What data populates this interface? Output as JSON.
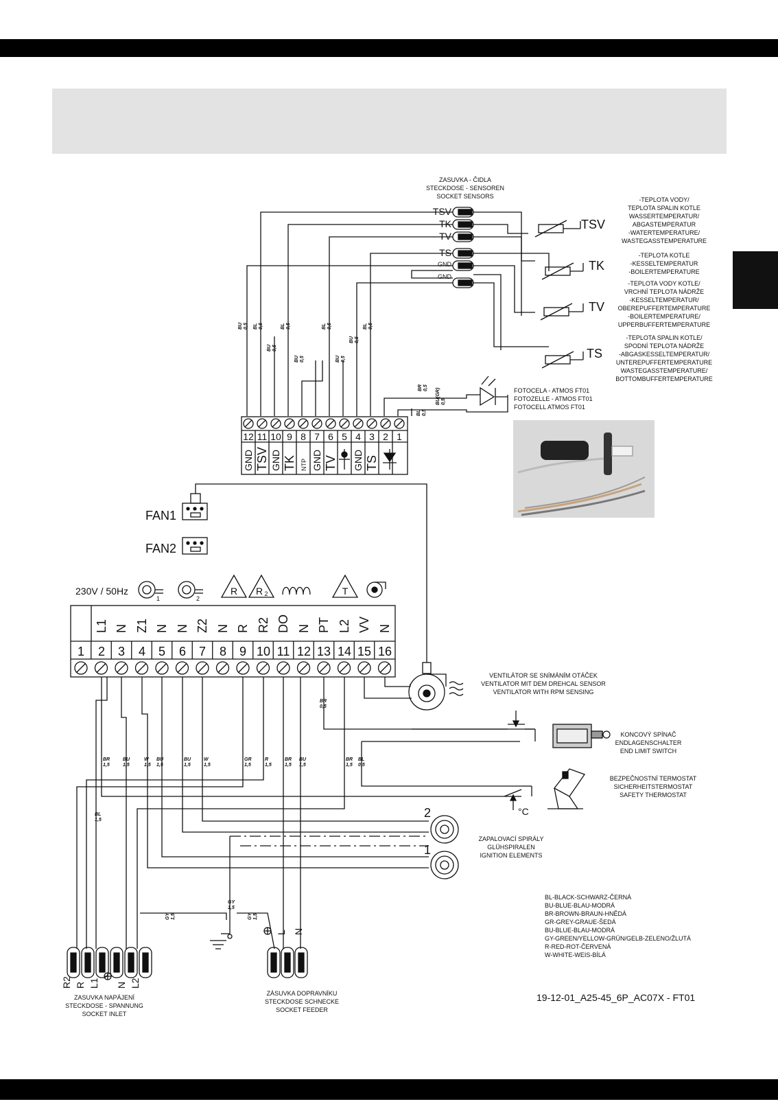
{
  "sensor_socket": {
    "lines": [
      "ZASUVKA - ČIDLA",
      "STECKDOSE - SENSOREN",
      "SOCKET    SENSORS"
    ]
  },
  "sensor_pins": [
    "TSV",
    "TK",
    "TV",
    "TS",
    "GND",
    "GND"
  ],
  "sensors": [
    {
      "name": "TSV",
      "desc": [
        "-TEPLOTA VODY/",
        "TEPLOTA SPALIN KOTLE",
        "WASSERTEMPERATUR/",
        "ABGASTEMPERATUR",
        "-WATERTEMPERATURE/",
        "WASTEGASSTEMPERATURE"
      ]
    },
    {
      "name": "TK",
      "desc": [
        "-TEPLOTA KOTLE",
        "-KESSELTEMPERATUR",
        "-BOILERTEMPERATURE"
      ]
    },
    {
      "name": "TV",
      "desc": [
        "-TEPLOTA VODY KOTLE/",
        "VRCHNÍ TEPLOTA NÁDRŽE",
        "-KESSELTEMPERATUR/",
        "OBEREPUFFERTEMPERATURE",
        "-BOILERTEMPERATURE/",
        "UPPERBUFFERTEMPERATURE"
      ]
    },
    {
      "name": "TS",
      "desc": [
        "-TEPLOTA SPALIN KOTLE/",
        "SPODNÍ TEPLOTA NÁDRŽE",
        "-ABGASKESSELTEMPERATUR/",
        "UNTEREPUFFERTEMPERATURE",
        "WASTEGASSTEMPERATURE/",
        "BOTTOMBUFFERTEMPERATURE"
      ]
    }
  ],
  "photocell": {
    "lines": [
      "FOTOCELA - ATMOS FT01",
      "FOTOZELLE - ATMOS FT01",
      "FOTOCELL    ATMOS FT01"
    ]
  },
  "sensor_terminal": {
    "numbers": [
      "12",
      "11",
      "10",
      "9",
      "8",
      "7",
      "6",
      "5",
      "4",
      "3",
      "2",
      "1"
    ],
    "labels": [
      "GND",
      "TSV",
      "GND",
      "TK",
      "NTP",
      "GND",
      "TV",
      "",
      "GND",
      "TS",
      "",
      ""
    ]
  },
  "fans": [
    "FAN1",
    "FAN2"
  ],
  "power_label": "230V / 50Hz",
  "power_icons": {
    "r": "R",
    "r2": "R",
    "r2_sub": "2",
    "t": "T",
    "fan_sub1": "1",
    "fan_sub2": "2"
  },
  "main_terminal": {
    "numbers": [
      "1",
      "2",
      "3",
      "4",
      "5",
      "6",
      "7",
      "8",
      "9",
      "10",
      "11",
      "12",
      "13",
      "14",
      "15",
      "16"
    ],
    "labels": [
      "",
      "L1",
      "N",
      "Z1",
      "N",
      "N",
      "Z2",
      "N",
      "R",
      "R2",
      "DO",
      "N",
      "PT",
      "L2",
      "VV",
      "N"
    ]
  },
  "wire_labels": {
    "sensor": [
      {
        "c": "BU",
        "s": "0,5"
      },
      {
        "c": "BL",
        "s": "0,5"
      },
      {
        "c": "BL",
        "s": "0,5"
      },
      {
        "c": "BL",
        "s": "0,5"
      },
      {
        "c": "BU",
        "s": "0,5"
      },
      {
        "c": "BL",
        "s": "0,5"
      },
      {
        "c": "BU",
        "s": "0,5"
      },
      {
        "c": "BU",
        "s": "0,5"
      },
      {
        "c": "BU",
        "s": "0,5"
      }
    ],
    "photo": [
      {
        "c": "BR",
        "s": "0,5"
      },
      {
        "c": "BU(GR)",
        "s": "0,5"
      },
      {
        "c": "BL",
        "s": "0,5"
      }
    ],
    "main": [
      {
        "c": "BR",
        "s": "1,5"
      },
      {
        "c": "BU",
        "s": "1,5"
      },
      {
        "c": "W",
        "s": "1,5"
      },
      {
        "c": "BU",
        "s": "1,5"
      },
      {
        "c": "BU",
        "s": "1,5"
      },
      {
        "c": "W",
        "s": "1,5"
      },
      {
        "c": "GR",
        "s": "1,5"
      },
      {
        "c": "R",
        "s": "1,5"
      },
      {
        "c": "BR",
        "s": "1,5"
      },
      {
        "c": "BU",
        "s": "1,5"
      },
      {
        "c": "BR",
        "s": "1,5"
      },
      {
        "c": "BL",
        "s": "0,5"
      }
    ],
    "misc": [
      {
        "c": "BR",
        "s": "0,5"
      },
      {
        "c": "BL",
        "s": "1,5"
      },
      {
        "c": "GY",
        "s": "1,5"
      },
      {
        "c": "GY",
        "s": "1,5"
      },
      {
        "c": "GY",
        "s": "1,5"
      }
    ]
  },
  "fan_motor": {
    "lines": [
      "VENTILÁTOR SE SNÍMÁNÍM OTÁČEK",
      "VENTILATOR MIT DEM DREHCAL SENSOR",
      "VENTILATOR WITH RPM SENSING"
    ]
  },
  "limit_switch": {
    "lines": [
      "KONCOVÝ SPÍNAČ",
      "ENDLAGENSCHALTER",
      "END LIMIT SWITCH"
    ]
  },
  "safety_thermostat": {
    "lines": [
      "BEZPEČNOSTNÍ TERMOSTAT",
      "SICHERHEITSTERMOSTAT",
      "SAFETY THERMOSTAT"
    ],
    "unit": "°C"
  },
  "ignition": {
    "lines": [
      "ZAPALOVACÍ SPIRÁLY",
      "GLÜHSPIRALEN",
      "IGNITION ELEMENTS"
    ],
    "coil_numbers": [
      "2",
      "1"
    ]
  },
  "legend": [
    "BL-BLACK-SCHWARZ-ČERNÁ",
    "BU-BLUE-BLAU-MODRÁ",
    "BR-BROWN-BRAUN-HNĚDÁ",
    "GR-GREY-GRAUE-ŠEDÁ",
    "BU-BLUE-BLAU-MODRÁ",
    "GY-GREEN/YELLOW-GRÜN/GELB-ZELENO/ŽLUTÁ",
    "R-RED-ROT-ČERVENÁ",
    "W-WHITE-WEIS-BÍLÁ"
  ],
  "socket_inlet": {
    "lines": [
      "ZASUVKA NAPÁJENÍ",
      "STECKDOSE - SPANNUNG",
      "SOCKET INLET"
    ],
    "pins": [
      "R2",
      "R",
      "L1",
      "",
      "N",
      "L2"
    ]
  },
  "socket_feeder": {
    "lines": [
      "ZÁSUVKA DOPRAVNÍKU",
      "STECKDOSE SCHNECKE",
      "SOCKET FEEDER"
    ],
    "pins": [
      "",
      "L",
      "N"
    ]
  },
  "drawing_code": "19-12-01_A25-45_6P_AC07X - FT01"
}
